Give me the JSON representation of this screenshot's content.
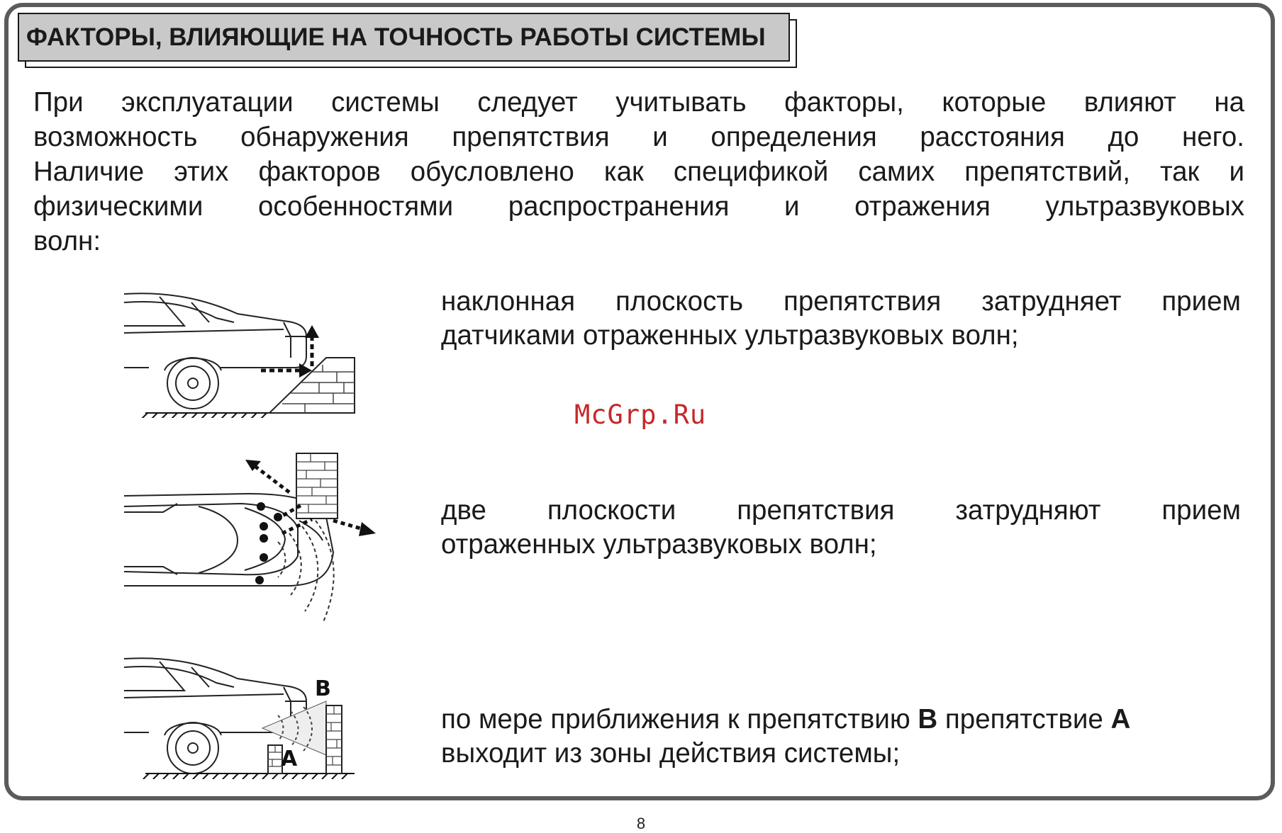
{
  "heading": "ФАКТОРЫ, ВЛИЯЮЩИЕ НА ТОЧНОСТЬ РАБОТЫ СИСТЕМЫ",
  "intro_lines": [
    "При эксплуатации системы следует учитывать факторы, которые влияют на",
    "возможность обнаружения препятствия и определения расстояния до него.",
    "Наличие этих факторов обусловлено как спецификой самих препятствий, так и",
    "физическими особенностями распространения и отражения ультразвуковых",
    "волн:"
  ],
  "items": [
    {
      "line1": "наклонная плоскость препятствия затрудняет прием",
      "line2": "датчиками отраженных ультразвуковых волн;"
    },
    {
      "line1": "две плоскости препятствия затрудняют прием",
      "line2": "отраженных ультразвуковых волн;"
    },
    {
      "line1_a": "по мере приближения к препятствию ",
      "line1_b": "В",
      "line1_c": " препятствие ",
      "line1_d": "А",
      "line2": "выходит из зоны действия системы;"
    }
  ],
  "figure_labels": {
    "obstacle_b": "B",
    "obstacle_a": "A"
  },
  "watermark": "McGrp.Ru",
  "page_number": "8",
  "colors": {
    "frame": "#5b5b5b",
    "heading_bg": "#c9c9c9",
    "watermark": "#c62828"
  }
}
